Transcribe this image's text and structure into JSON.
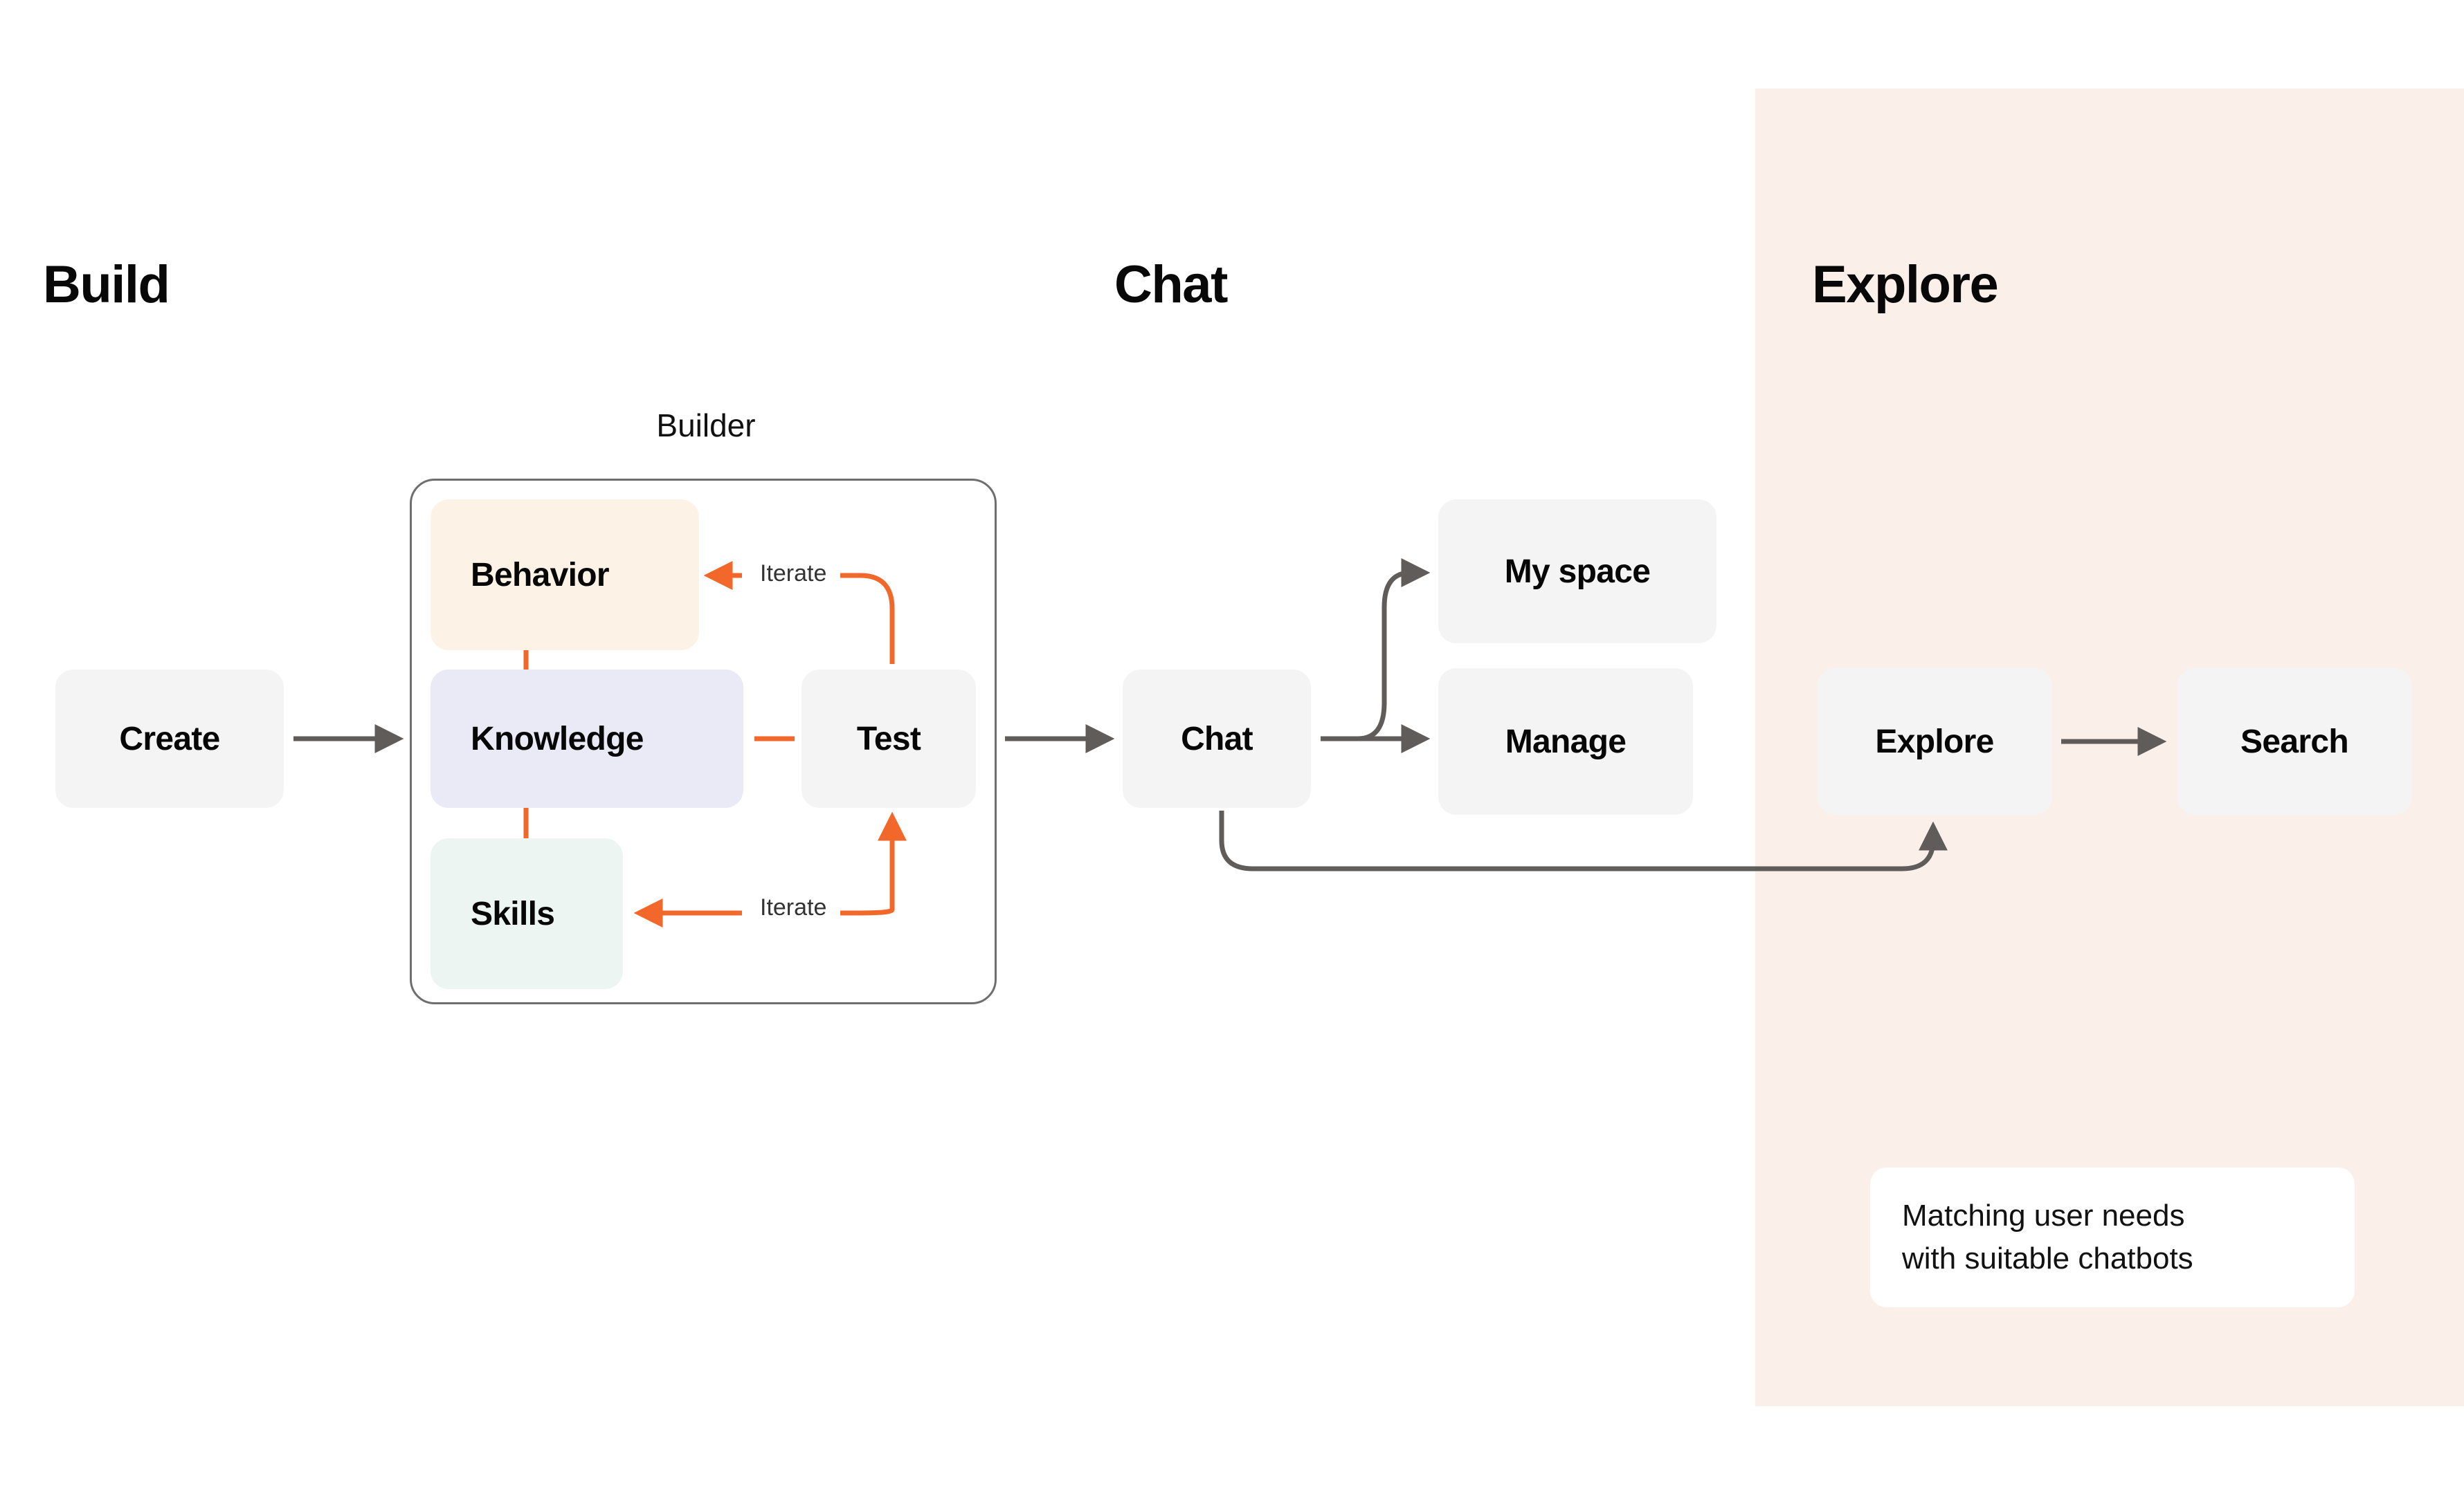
{
  "sections": [
    {
      "id": "build",
      "title": "Build"
    },
    {
      "id": "chat",
      "title": "Chat"
    },
    {
      "id": "explore",
      "title": "Explore"
    }
  ],
  "builder": {
    "label": "Builder",
    "nodes": [
      {
        "id": "behavior",
        "label": "Behavior",
        "color": "#FCF2E6"
      },
      {
        "id": "knowledge",
        "label": "Knowledge",
        "color": "#EAE9F6"
      },
      {
        "id": "skills",
        "label": "Skills",
        "color": "#EDF5F3"
      },
      {
        "id": "test",
        "label": "Test",
        "color": "#F4F4F5"
      }
    ]
  },
  "nodes": {
    "create": "Create",
    "behavior": "Behavior",
    "knowledge": "Knowledge",
    "skills": "Skills",
    "test": "Test",
    "chat": "Chat",
    "my_space": "My space",
    "manage": "Manage",
    "explore": "Explore",
    "search": "Search"
  },
  "arrow_labels": {
    "iterate_top": "Iterate",
    "iterate_bottom": "Iterate"
  },
  "caption": {
    "line1": "Matching user needs",
    "line2": "with suitable chatbots"
  },
  "colors": {
    "page_background": "#FFFFFF",
    "explore_panel": "#FBEFE9",
    "node_grey": "#F4F4F5",
    "node_behavior": "#FCF2E6",
    "node_knowledge": "#EAE9F6",
    "node_skills": "#EDF5F3",
    "accent_orange": "#F2682A",
    "connector_grey": "#5F5C5A",
    "builder_border": "#6E6E6E",
    "text_primary": "#080808"
  }
}
